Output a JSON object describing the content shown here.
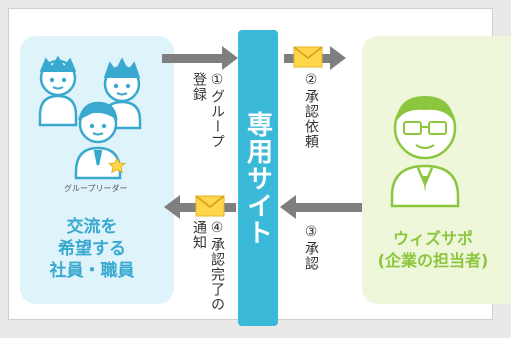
{
  "site": {
    "label": "専用サイト"
  },
  "left": {
    "caption_lines": [
      "交流を",
      "希望する",
      "社員・職員"
    ],
    "group_caption": "グループリーダー"
  },
  "right": {
    "caption_lines": [
      "ウィズサポ",
      "(企業の担当者)"
    ]
  },
  "steps": {
    "s1": "①グループ登録",
    "s2": "②承認依頼",
    "s3": "③承認",
    "s4": "④承認完了の通知"
  },
  "colors": {
    "site": "#3bb9d9",
    "left_text": "#3aa9cf",
    "right_text": "#8cc63e",
    "arrow": "#7f7f7f",
    "envelope": "#ffd64a"
  },
  "icons": [
    "people-group-icon",
    "star-icon",
    "person-with-glasses-icon",
    "envelope-icon",
    "arrow-right-icon",
    "arrow-left-icon"
  ]
}
